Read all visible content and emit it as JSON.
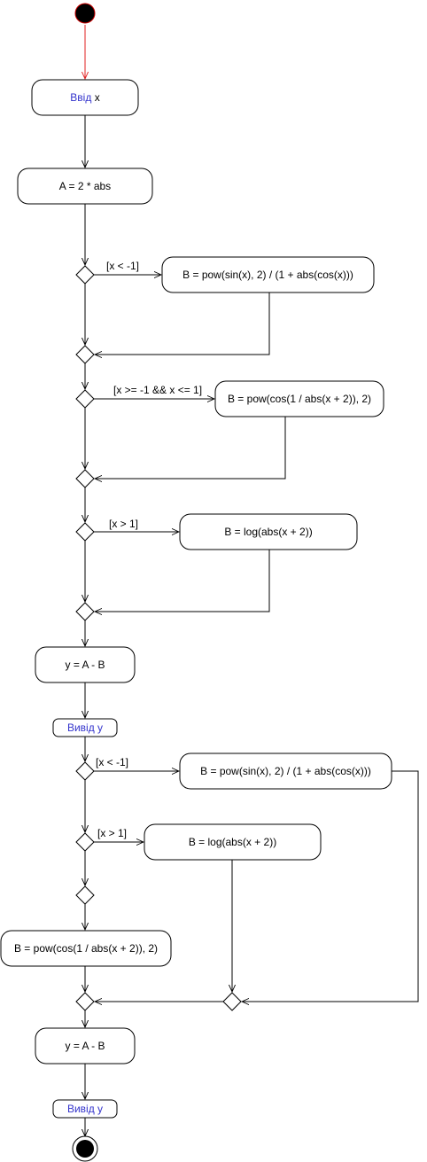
{
  "colors": {
    "stroke": "#000000",
    "background": "#ffffff",
    "start_edge": "#e02020",
    "accent_text": "#3333cc"
  },
  "nodes": {
    "input_x": {
      "prefix": "Ввід",
      "var": "x"
    },
    "calc_a": "A = 2 * abs",
    "b_sin_1": "B = pow(sin(x), 2) / (1 + abs(cos(x)))",
    "b_cos_1": "B = pow(cos(1 / abs(x + 2)), 2)",
    "b_log_1": "B = log(abs(x + 2))",
    "calc_y_1": "y = A - B",
    "output_y_1": {
      "prefix": "Вивід",
      "var": "y"
    },
    "b_sin_2": "B = pow(sin(x), 2) / (1 + abs(cos(x)))",
    "b_log_2": "B = log(abs(x + 2))",
    "b_cos_2": "B = pow(cos(1 / abs(x + 2)), 2)",
    "calc_y_2": "y = A - B",
    "output_y_2": {
      "prefix": "Вивід",
      "var": "y"
    }
  },
  "guards": {
    "g1": "[x < -1]",
    "g2": "[x >= -1 && x <= 1]",
    "g3": "[x > 1]",
    "g4": "[x < -1]",
    "g5": "[x > 1]"
  }
}
